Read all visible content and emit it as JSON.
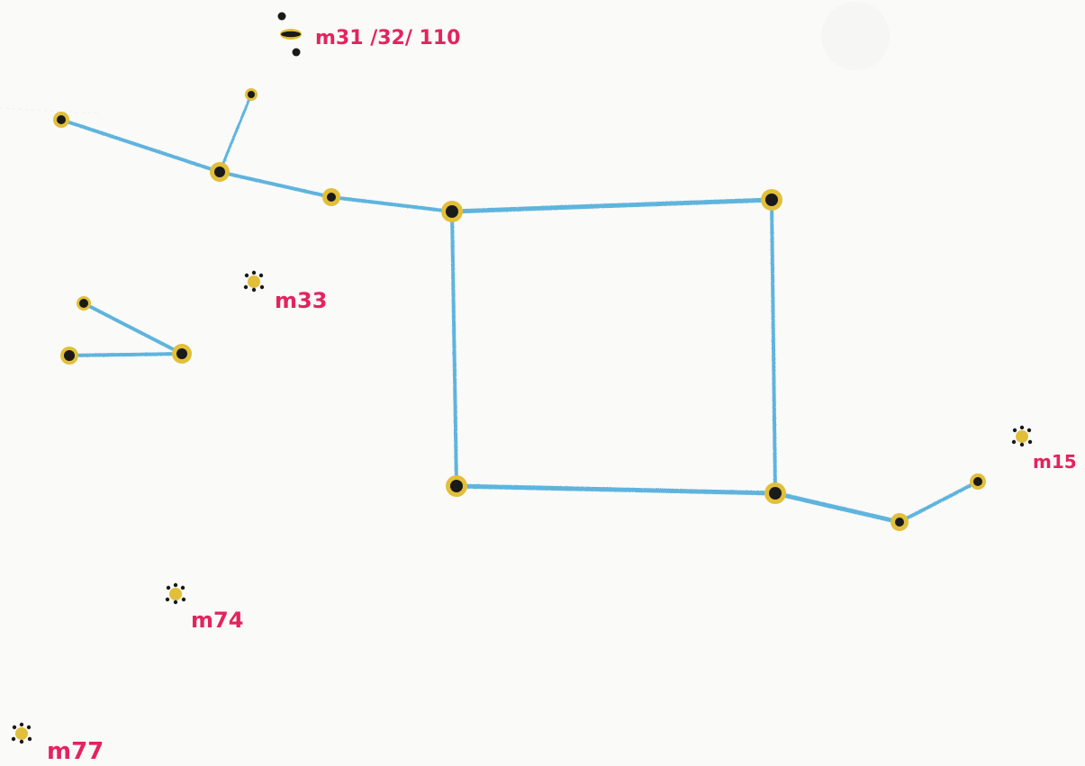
{
  "colors": {
    "paper": "#fafaf8",
    "line": "#5fb4de",
    "star_ring": "#e2bf3a",
    "star_core": "#1a1a1a",
    "label": "#e3245e"
  },
  "labels": {
    "andromeda_galaxies": "m31 /32/ 110",
    "m33": "m33",
    "m15": "m15",
    "m74": "m74",
    "m77": "m77"
  }
}
